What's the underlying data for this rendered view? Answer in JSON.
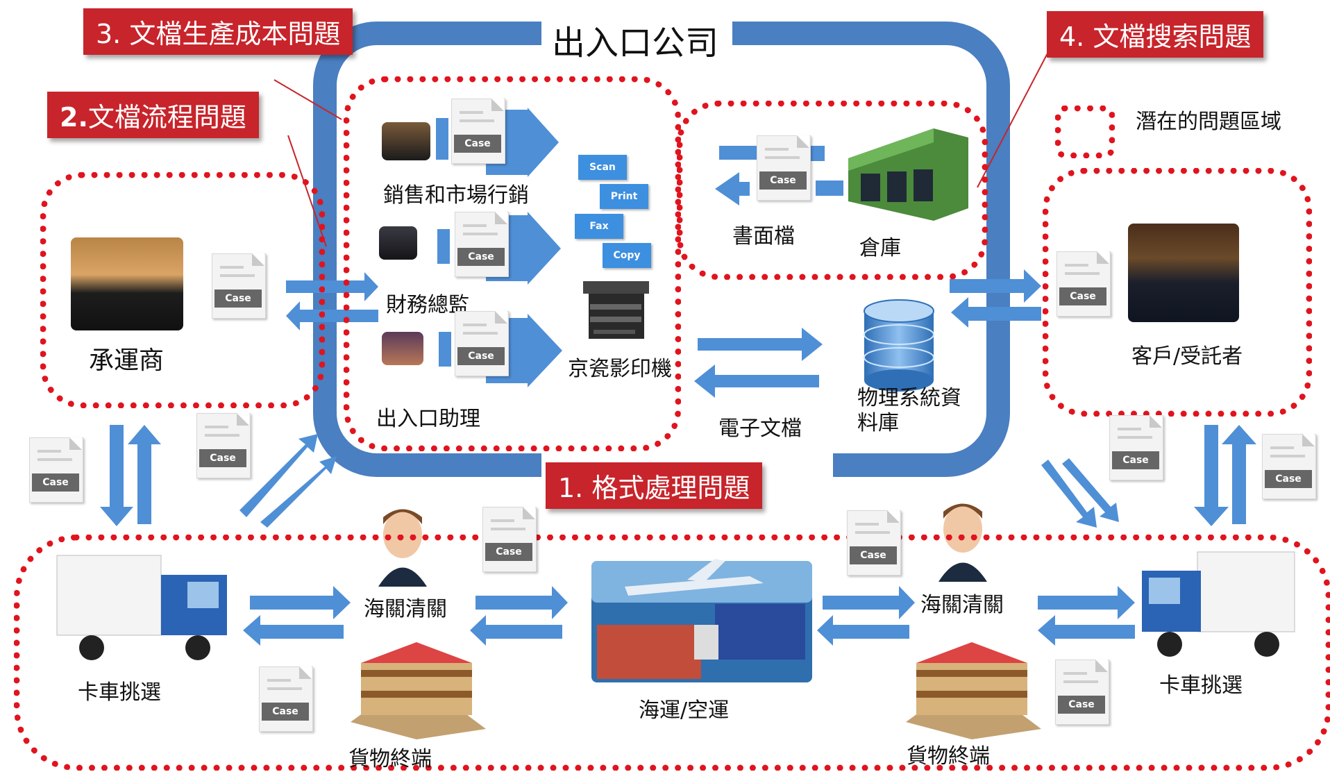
{
  "company_title": "出入口公司",
  "callouts": {
    "format": "1.  格式處理問題",
    "flow_prefix": "2.",
    "flow_text": "文檔流程問題",
    "cost": "3. 文檔生產成本問題",
    "search": "4.  文檔搜索問題"
  },
  "legend": {
    "label": "潛在的問題區域"
  },
  "actors": {
    "carrier": "承運商",
    "customer": "客戶/受託者",
    "sales": "銷售和市場行銷",
    "finance": "財務總監",
    "assistant": "出入口助理",
    "copier": "京瓷影印機",
    "paper_file": "書面檔",
    "warehouse": "倉庫",
    "e_docs": "電子文檔",
    "database": "物理系統資料庫",
    "customs_left": "海關清關",
    "customs_right": "海關清關",
    "truck_left": "卡車挑選",
    "truck_right": "卡車挑選",
    "terminal_left": "貨物終端",
    "terminal_right": "貨物終端",
    "transport": "海運/空運"
  },
  "doc_tag": "Case",
  "machine_functions": [
    "Scan",
    "Print",
    "Fax",
    "Copy"
  ],
  "colors": {
    "callout_red": "#c8242b",
    "zone_red": "#e0141e",
    "frame_blue": "#4a7fc1",
    "arrow_blue": "#4f8fd6"
  }
}
